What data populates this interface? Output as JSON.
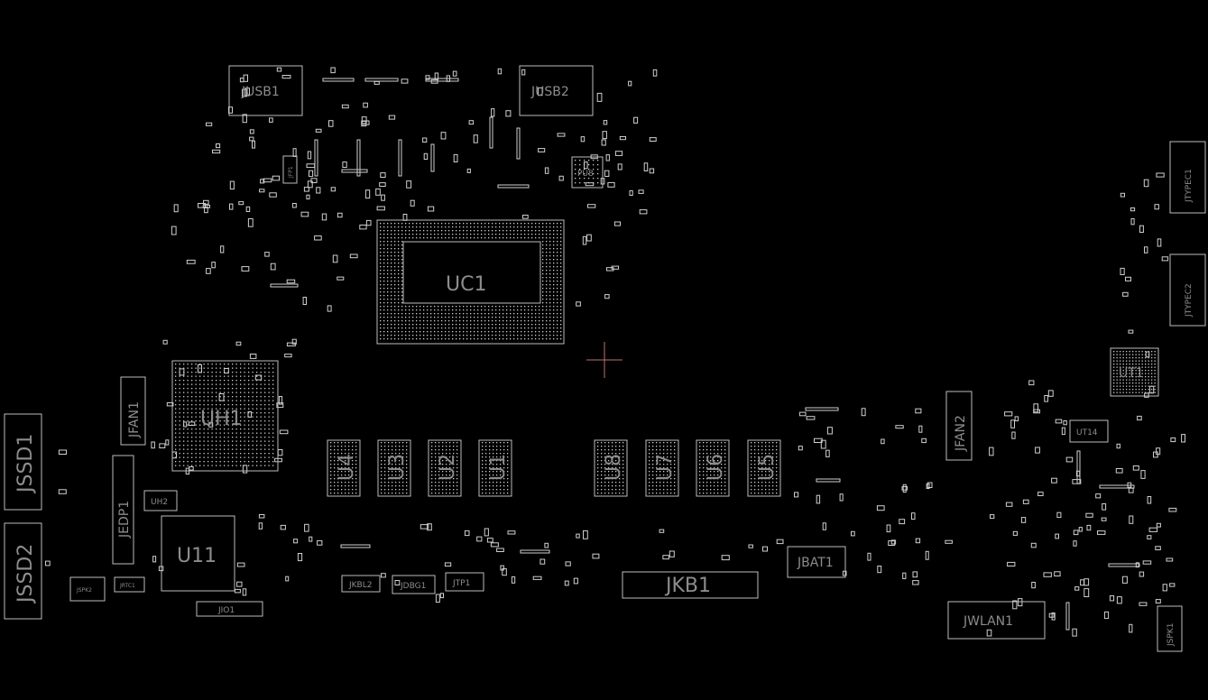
{
  "board": {
    "background": "#000000",
    "outline_color": "#bdbdbd",
    "label_color": "#8c8c8c",
    "cursor_color": "#c07070"
  },
  "components": {
    "JUSB1": "JUSB1",
    "JUSB2": "JUSB2",
    "UC1": "UC1",
    "UH1": "UH1",
    "U11": "U11",
    "JFAN1": "JFAN1",
    "JFAN2": "JFAN2",
    "JEDP1": "JEDP1",
    "JSSD1": "JSSD1",
    "JSSD2": "JSSD2",
    "UH2": "UH2",
    "JSPK2": "JSPK2",
    "JRTC1": "JRTC1",
    "JIO1": "JIO1",
    "JKBL2": "JKBL2",
    "JDBG1": "JDBG1",
    "JTP1": "JTP1",
    "JKB1": "JKB1",
    "JBAT1": "JBAT1",
    "JWLAN1": "JWLAN1",
    "JSPK1": "JSPK1",
    "JTYPEC1": "JTYPEC1",
    "JTYPEC2": "JTYPEC2",
    "UT1": "UT1",
    "UT14": "UT14",
    "PU8": "PU8",
    "JFP1": "JFP1",
    "U4": "U4",
    "U3": "U3",
    "U2": "U2",
    "U1": "U1",
    "U8": "U8",
    "U7": "U7",
    "U6": "U6",
    "U5": "U5"
  }
}
